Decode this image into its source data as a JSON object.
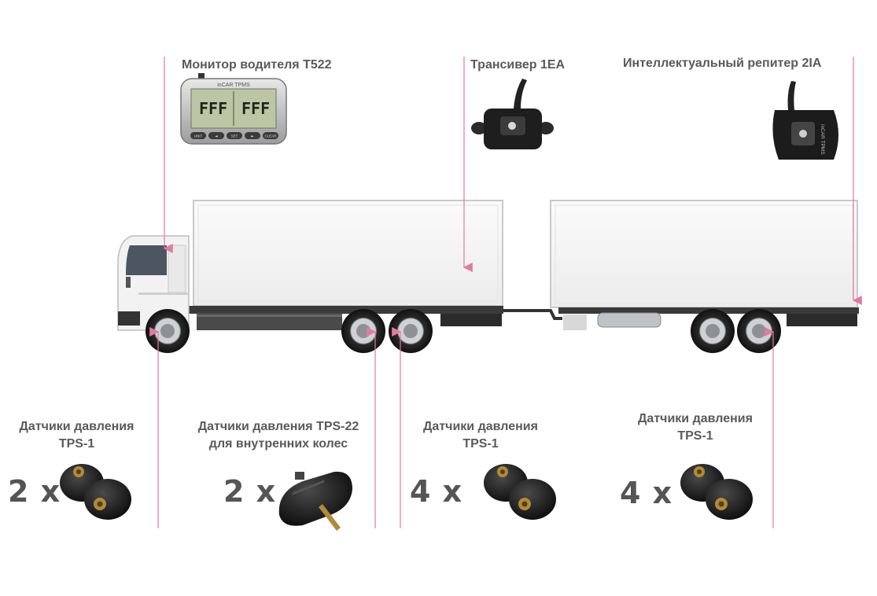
{
  "top_labels": {
    "monitor": "Монитор водителя T522",
    "transceiver": "Трансивер 1EA",
    "repeater": "Интеллектуальный репитер 2IA"
  },
  "monitor_device": {
    "brand": "inCAR TPMS",
    "left_display": "FFF",
    "right_display": "FFF",
    "buttons": [
      "UNIT",
      "◄",
      "SET",
      "►",
      "CLEAR"
    ]
  },
  "repeater_device": {
    "brand": "inCAR TPMS"
  },
  "sensor_groups": [
    {
      "line1": "Датчики давления",
      "line2": "TPS-1",
      "quantity": "2 x"
    },
    {
      "line1": "Датчики давления TPS-22",
      "line2": "для внутренних колес",
      "quantity": "2 x"
    },
    {
      "line1": "Датчики давления",
      "line2": "TPS-1",
      "quantity": "4 x"
    },
    {
      "line1": "Датчики давления",
      "line2": "TPS-1",
      "quantity": "4 x"
    }
  ],
  "colors": {
    "pointer_line": "#e27aa0",
    "label_text": "#5a5a5a",
    "device_body": "#1b1b1b",
    "truck_body": "#f4f4f4"
  }
}
